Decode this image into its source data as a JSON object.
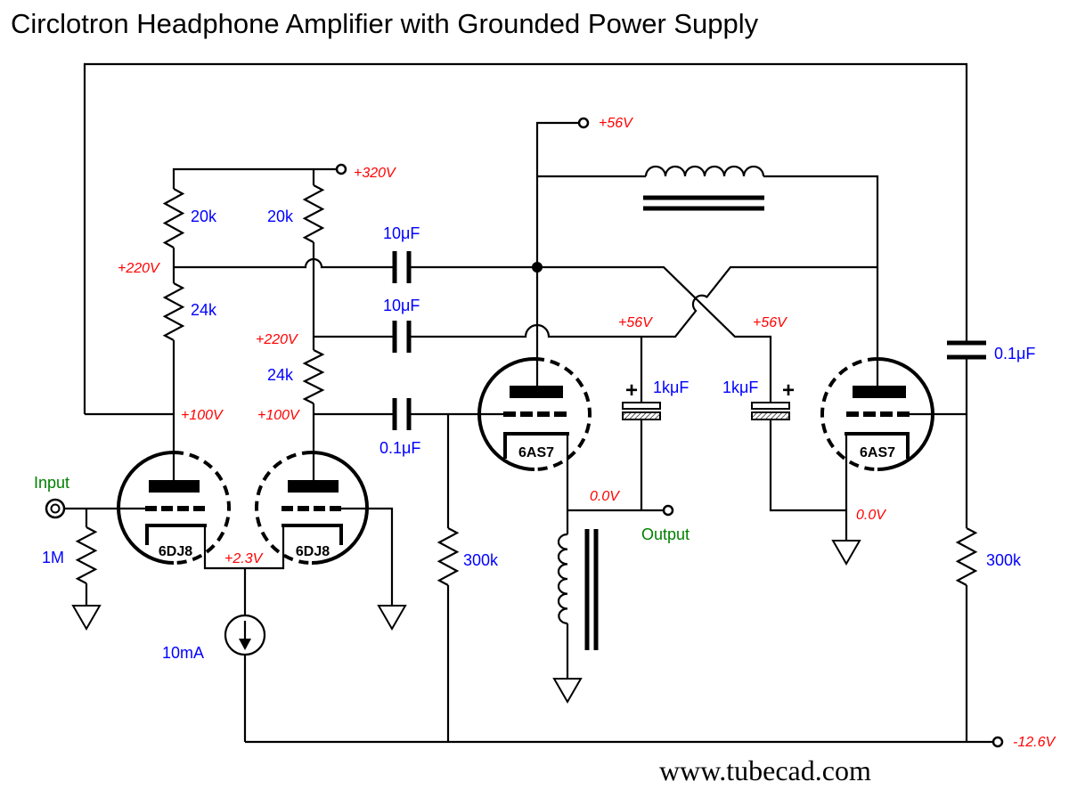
{
  "title": "Circlotron Headphone Amplifier with Grounded Power Supply",
  "footer": "www.tubecad.com",
  "colors": {
    "voltage": "#ff0000",
    "component": "#0000ff",
    "port": "#008000",
    "wire": "#000000",
    "background": "#ffffff"
  },
  "voltages": {
    "supply_320": "+320V",
    "supply_56": "+56V",
    "node_220_left": "+220V",
    "node_220_right": "+220V",
    "node_100_left": "+100V",
    "node_100_right": "+100V",
    "floating_56_left": "+56V",
    "floating_56_right": "+56V",
    "output_node": "0.0V",
    "cathode_right": "0.0V",
    "cathode_6dj8": "+2.3V",
    "supply_negative": "-12.6V"
  },
  "components": {
    "r_20k_left": "20k",
    "r_20k_right": "20k",
    "r_24k_left": "24k",
    "r_24k_right": "24k",
    "c_10uf_top": "10μF",
    "c_10uf_mid": "10μF",
    "c_01uf_left": "0.1μF",
    "c_01uf_right": "0.1μF",
    "c_1kuf_left": "1kμF",
    "c_1kuf_right": "1kμF",
    "polarity_left": "+",
    "polarity_right": "+",
    "r_1m": "1M",
    "r_300k_left": "300k",
    "r_300k_right": "300k",
    "current_source": "10mA"
  },
  "tubes": {
    "driver_left": "6DJ8",
    "driver_right": "6DJ8",
    "output_left": "6AS7",
    "output_right": "6AS7"
  },
  "ports": {
    "input": "Input",
    "output": "Output"
  }
}
